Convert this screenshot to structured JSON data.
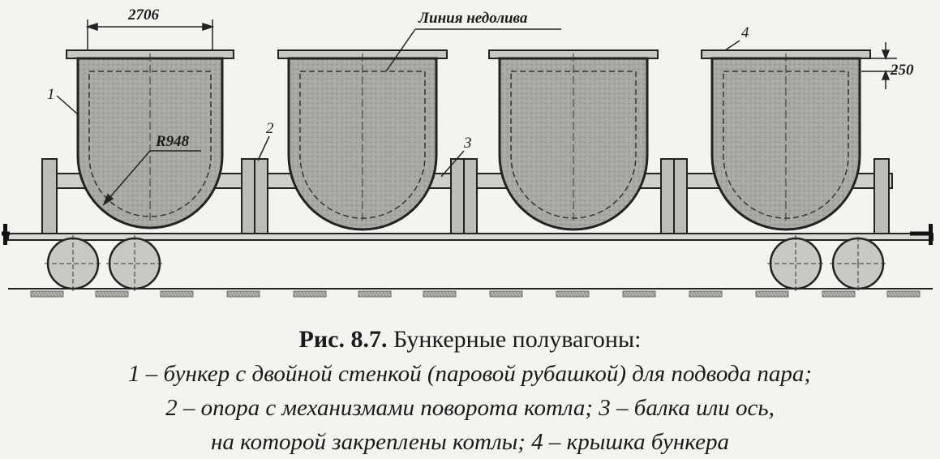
{
  "diagram": {
    "dimensions": {
      "width_label": "2706",
      "radius_label": "R948",
      "lid_offset_label": "250"
    },
    "annotations": {
      "underfill_line": "Линия недолива",
      "callout_1": "1",
      "callout_2": "2",
      "callout_3": "3",
      "callout_4": "4"
    }
  },
  "caption": {
    "figure_number": "Рис. 8.7.",
    "title": "Бункерные полувагоны:",
    "legend_lines": [
      "1 – бункер с двойной стенкой (паровой рубашкой) для подвода пара;",
      "2 – опора с механизмами поворота котла; 3 – балка или ось,",
      "на которой закреплены котлы; 4 – крышка бункера"
    ]
  }
}
